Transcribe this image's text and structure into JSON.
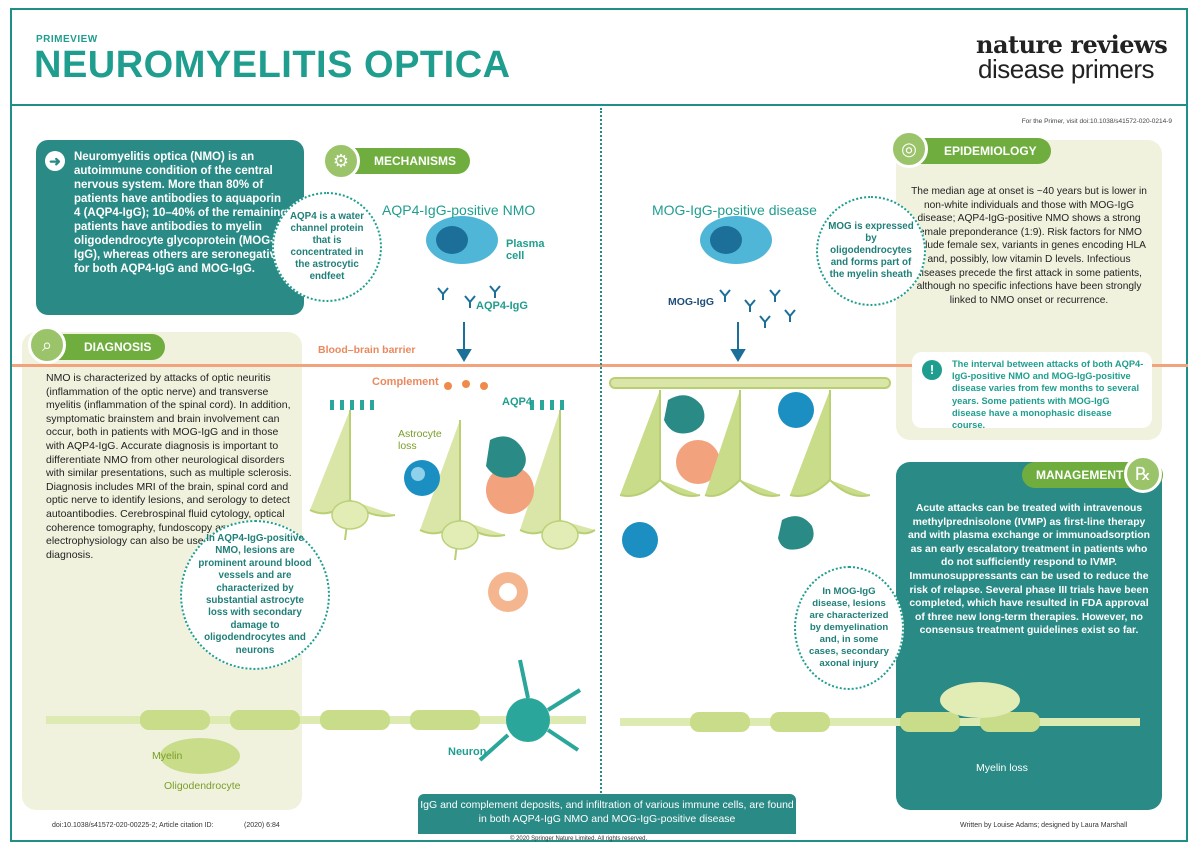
{
  "header": {
    "kicker": "PRIMEVIEW",
    "title": "NEUROMYELITIS OPTICA",
    "brand_line1": "nature reviews",
    "brand_line2": "disease primers",
    "primer_link": "For the Primer, visit doi:10.1038/s41572-020-0214-9"
  },
  "intro": {
    "text": "Neuromyelitis optica (NMO) is an autoimmune condition of the central nervous system. More than 80% of patients have antibodies to aquaporin 4 (AQP4-IgG); 10–40% of the remaining patients have antibodies to myelin oligodendrocyte glycoprotein (MOG-IgG), whereas others are seronegative for both AQP4-IgG and MOG-IgG."
  },
  "sections": {
    "mechanisms": "MECHANISMS",
    "diagnosis": "DIAGNOSIS",
    "epidemiology": "EPIDEMIOLOGY",
    "management": "MANAGEMENT"
  },
  "diagnosis": {
    "text": "NMO is characterized by attacks of optic neuritis (inflammation of the optic nerve) and transverse myelitis (inflammation of the spinal cord). In addition, symptomatic brainstem and brain involvement can occur, both in patients with MOG-IgG and in those with AQP4-IgG. Accurate diagnosis is important to differentiate NMO from other neurological disorders with similar presentations, such as multiple sclerosis. Diagnosis includes MRI of the brain, spinal cord and optic nerve to identify lesions, and serology to detect autoantibodies. Cerebrospinal fluid cytology, optical coherence tomography, fundoscopy and electrophysiology can also be used to assist diagnosis."
  },
  "epidemiology": {
    "text": "The median age at onset is ~40 years but is lower in non-white individuals and those with MOG-IgG disease; AQP4-IgG-positive NMO shows a strong female preponderance (1:9). Risk factors for NMO include female sex, variants in genes encoding HLA and, possibly, low vitamin D levels. Infectious diseases precede the first attack in some patients, although no specific infections have been strongly linked to NMO onset or recurrence.",
    "interval": "The interval between attacks of both AQP4-IgG-positive NMO and MOG-IgG-positive disease varies from few months to several years. Some patients with MOG-IgG disease have a monophasic disease course."
  },
  "management": {
    "text": "Acute attacks can be treated with intravenous methylprednisolone (IVMP) as first-line therapy and with plasma exchange or immunoadsorption as an early escalatory treatment in patients who do not sufficiently respond to IVMP. Immunosuppressants can be used to reduce the risk of relapse. Several phase III trials have been completed, which have resulted in FDA approval of three new long-term therapies. However, no consensus treatment guidelines exist so far."
  },
  "mechanisms": {
    "aqp4_title": "AQP4-IgG-positive NMO",
    "mog_title": "MOG-IgG-positive disease",
    "aqp4_bubble": "AQP4 is a water channel protein that is concentrated in the astrocytic endfeet",
    "mog_bubble": "MOG is expressed by oligodendrocytes and forms part of the myelin sheath",
    "aqp4_lesion_bubble": "In AQP4-IgG-positive NMO, lesions are prominent around blood vessels and are characterized by substantial astrocyte loss with secondary damage to oligodendrocytes and neurons",
    "mog_lesion_bubble": "In MOG-IgG disease, lesions are characterized by demyelination and, in some cases, secondary axonal injury",
    "labels": {
      "plasma_cell": "Plasma cell",
      "aqp4_igg": "AQP4-IgG",
      "mog_igg": "MOG-IgG",
      "bbb": "Blood–brain barrier",
      "complement": "Complement",
      "aqp4": "AQP4",
      "astrocyte_loss": "Astrocyte loss",
      "myelin": "Myelin",
      "oligodendrocyte": "Oligodendrocyte",
      "neuron": "Neuron",
      "myelin_loss": "Myelin loss"
    }
  },
  "footer": {
    "box": "IgG and complement deposits, and infiltration of various immune cells, are found in both AQP4-IgG NMO and MOG-IgG-positive disease",
    "copyright": "© 2020 Springer Nature Limited. All rights reserved.",
    "doi": "doi:10.1038/s41572-020-00225-2; Article citation ID:",
    "citation": "(2020) 6:84",
    "credits": "Written by Louise Adams; designed by Laura Marshall"
  },
  "colors": {
    "teal": "#1f9e8f",
    "dark_teal": "#2a8a86",
    "green": "#6fae3e",
    "cream": "#f0f2de",
    "orange": "#e9895e",
    "blue": "#1b8fc2"
  }
}
